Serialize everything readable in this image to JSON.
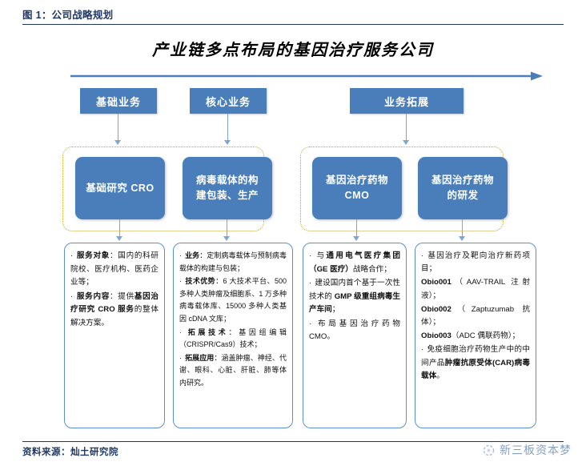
{
  "header": {
    "label": "图 1：公司战略规划"
  },
  "chart_title": "产业链多点布局的基因治疗服务公司",
  "axis": {
    "name": "progress-arrow"
  },
  "top_row": [
    {
      "label": "基础业务"
    },
    {
      "label": "核心业务"
    },
    {
      "label": "业务拓展"
    }
  ],
  "mid_row": [
    {
      "line1": "基础研究 CRO",
      "line2": ""
    },
    {
      "line1": "病毒载体的构",
      "line2": "建包装、生产"
    },
    {
      "line1": "基因治疗药物",
      "line2": "CMO"
    },
    {
      "line1": "基因治疗药物",
      "line2": "的研发"
    }
  ],
  "leaf_boxes": [
    {
      "name": "cro-services",
      "items": [
        "<b>服务对象</b>：国内的科研院校、医疗机构、医药企业等；",
        "<b>服务内容</b>：提供<b>基因治疗研究 CRO 服务</b>的整体解决方案。"
      ]
    },
    {
      "name": "vector-construction",
      "items": [
        "<b>业务</b>：定制病毒载体与预制病毒载体的构建与包装；",
        "<b>技术优势</b>：6 大技术平台、500 多种人类肿瘤及细胞系、1 万多种病毒载体库、15000 多种人类基因 cDNA 文库；",
        "<b>拓展技术</b>：基因组编辑（CRISPR/Cas9）技术；",
        "<b>拓展应用</b>：涵盖肿瘤、神经、代谢、眼科、心脏、肝脏、肺等体内研究。"
      ]
    },
    {
      "name": "cmo-capacity",
      "items": [
        "与<b>通用电气医疗集团（GE 医疗）</b>战略合作；",
        "建设国内首个基于一次性技术的 <b>GMP 级重组病毒生产车间</b>；",
        "布局基因治疗药物 CMO。"
      ]
    },
    {
      "name": "drug-rd-pipeline",
      "items": [
        "基因治疗及靶向治疗新药项目；",
        "<b>Obio001</b>（AAV-TRAIL 注射液）；",
        "<b>Obio002</b>（Zaptuzumab 抗体）；",
        "<b>Obio003</b>（ADC 偶联药物）；",
        "免疫细胞治疗药物生产中的中间产品<b>肿瘤抗原受体(CAR)病毒载体</b>。"
      ]
    }
  ],
  "footer": {
    "source": "资料来源：灿土研究院",
    "watermark": "新三板资本梦"
  },
  "colors": {
    "brand_blue": "#4a7ebb",
    "header_navy": "#1f3864",
    "connector": "#7ba7d7",
    "dashed_gold": "#c9a227",
    "leaf_border": "#5b8fd0"
  }
}
